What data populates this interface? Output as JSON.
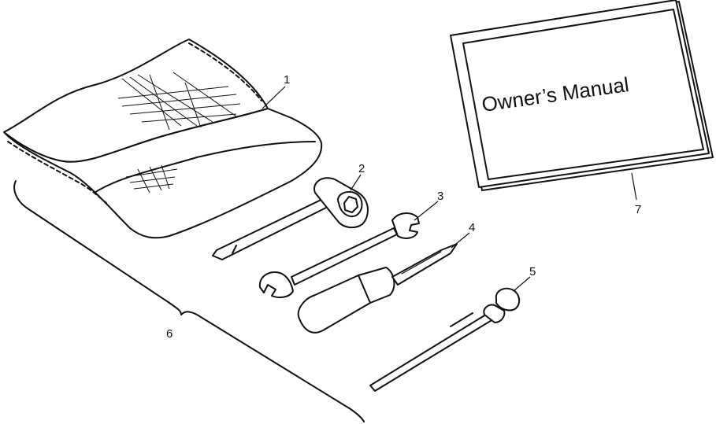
{
  "manual": {
    "title": "Owner’s Manual"
  },
  "callouts": [
    {
      "id": "1",
      "label": "1"
    },
    {
      "id": "2",
      "label": "2"
    },
    {
      "id": "3",
      "label": "3"
    },
    {
      "id": "4",
      "label": "4"
    },
    {
      "id": "5",
      "label": "5"
    },
    {
      "id": "6",
      "label": "6"
    },
    {
      "id": "7",
      "label": "7"
    }
  ]
}
